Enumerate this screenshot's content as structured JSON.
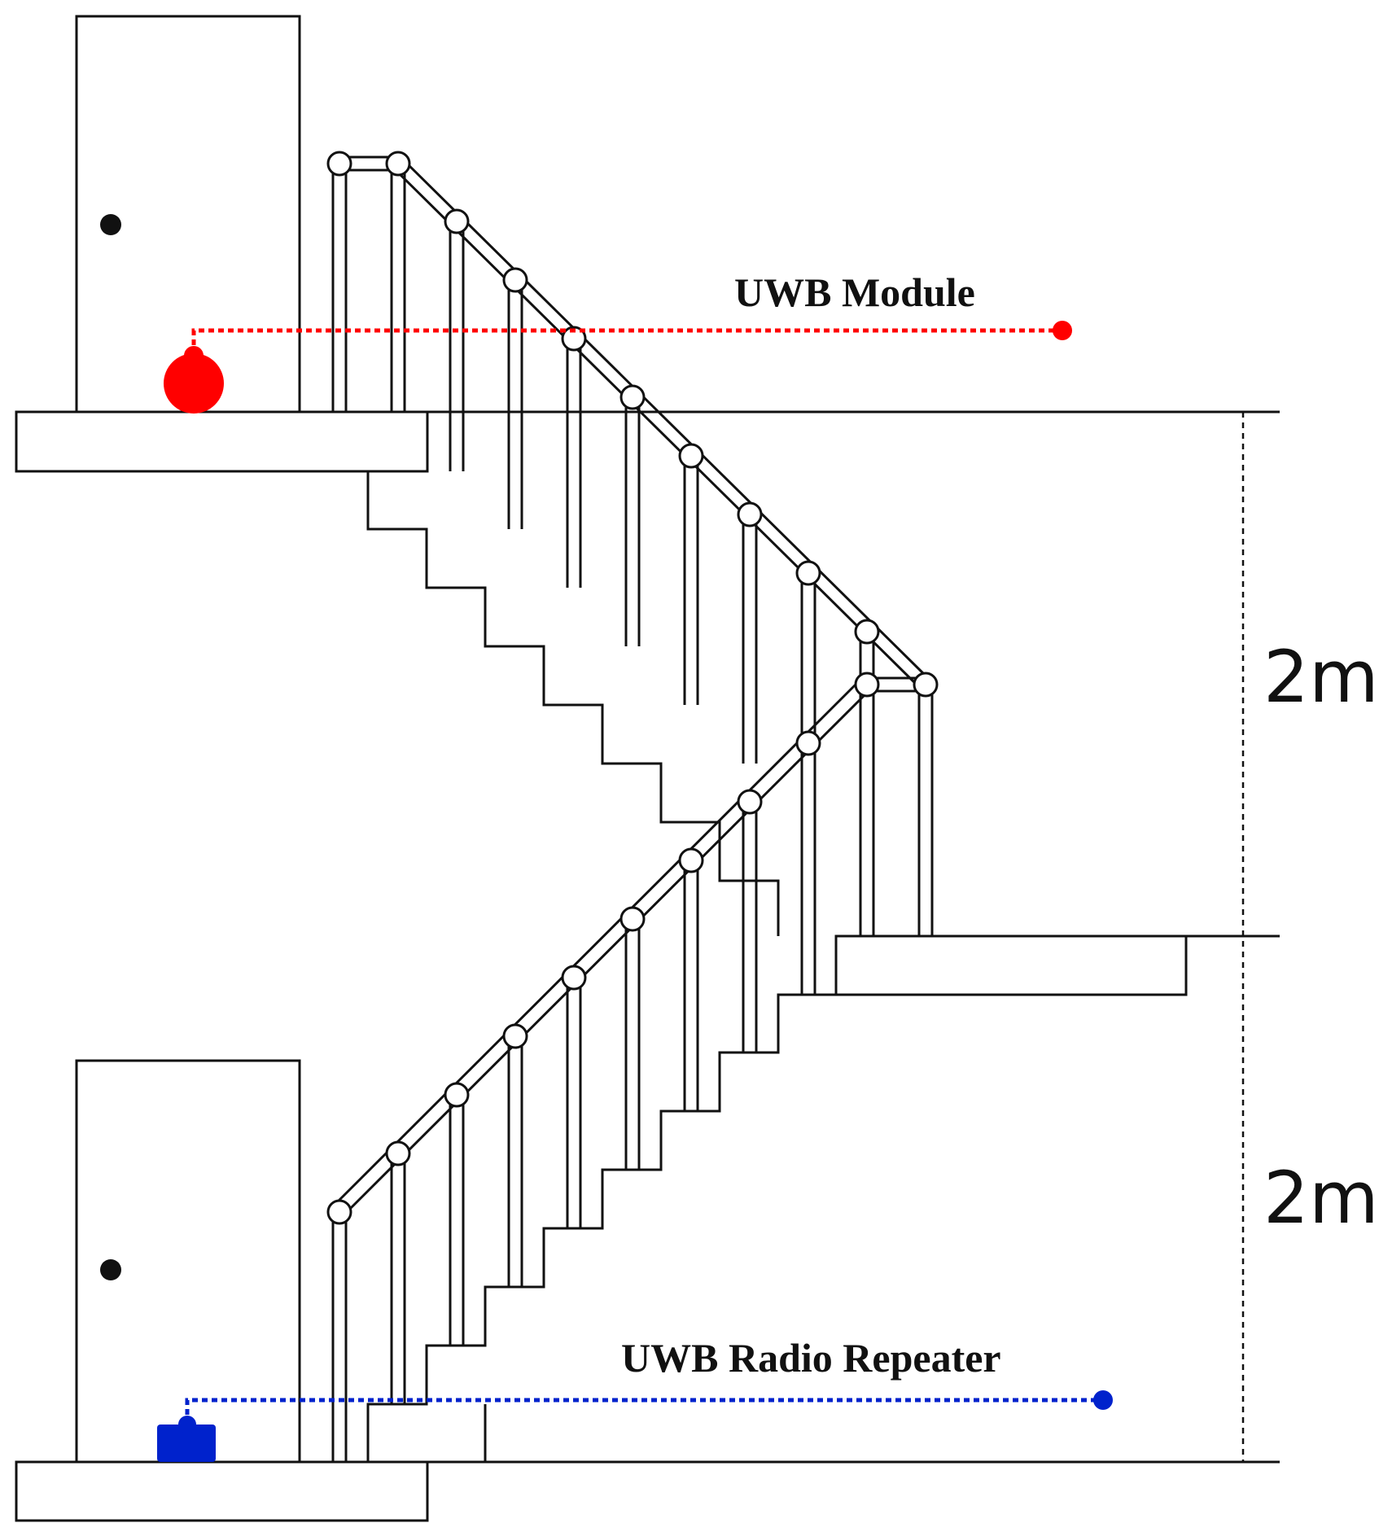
{
  "labels": {
    "module": "UWB Module",
    "repeater": "UWB Radio Repeater",
    "height_upper": "2m",
    "height_lower": "2m"
  },
  "colors": {
    "line": "#111111",
    "module": "#ff0000",
    "repeater": "#0022cc",
    "background": "#ffffff"
  }
}
